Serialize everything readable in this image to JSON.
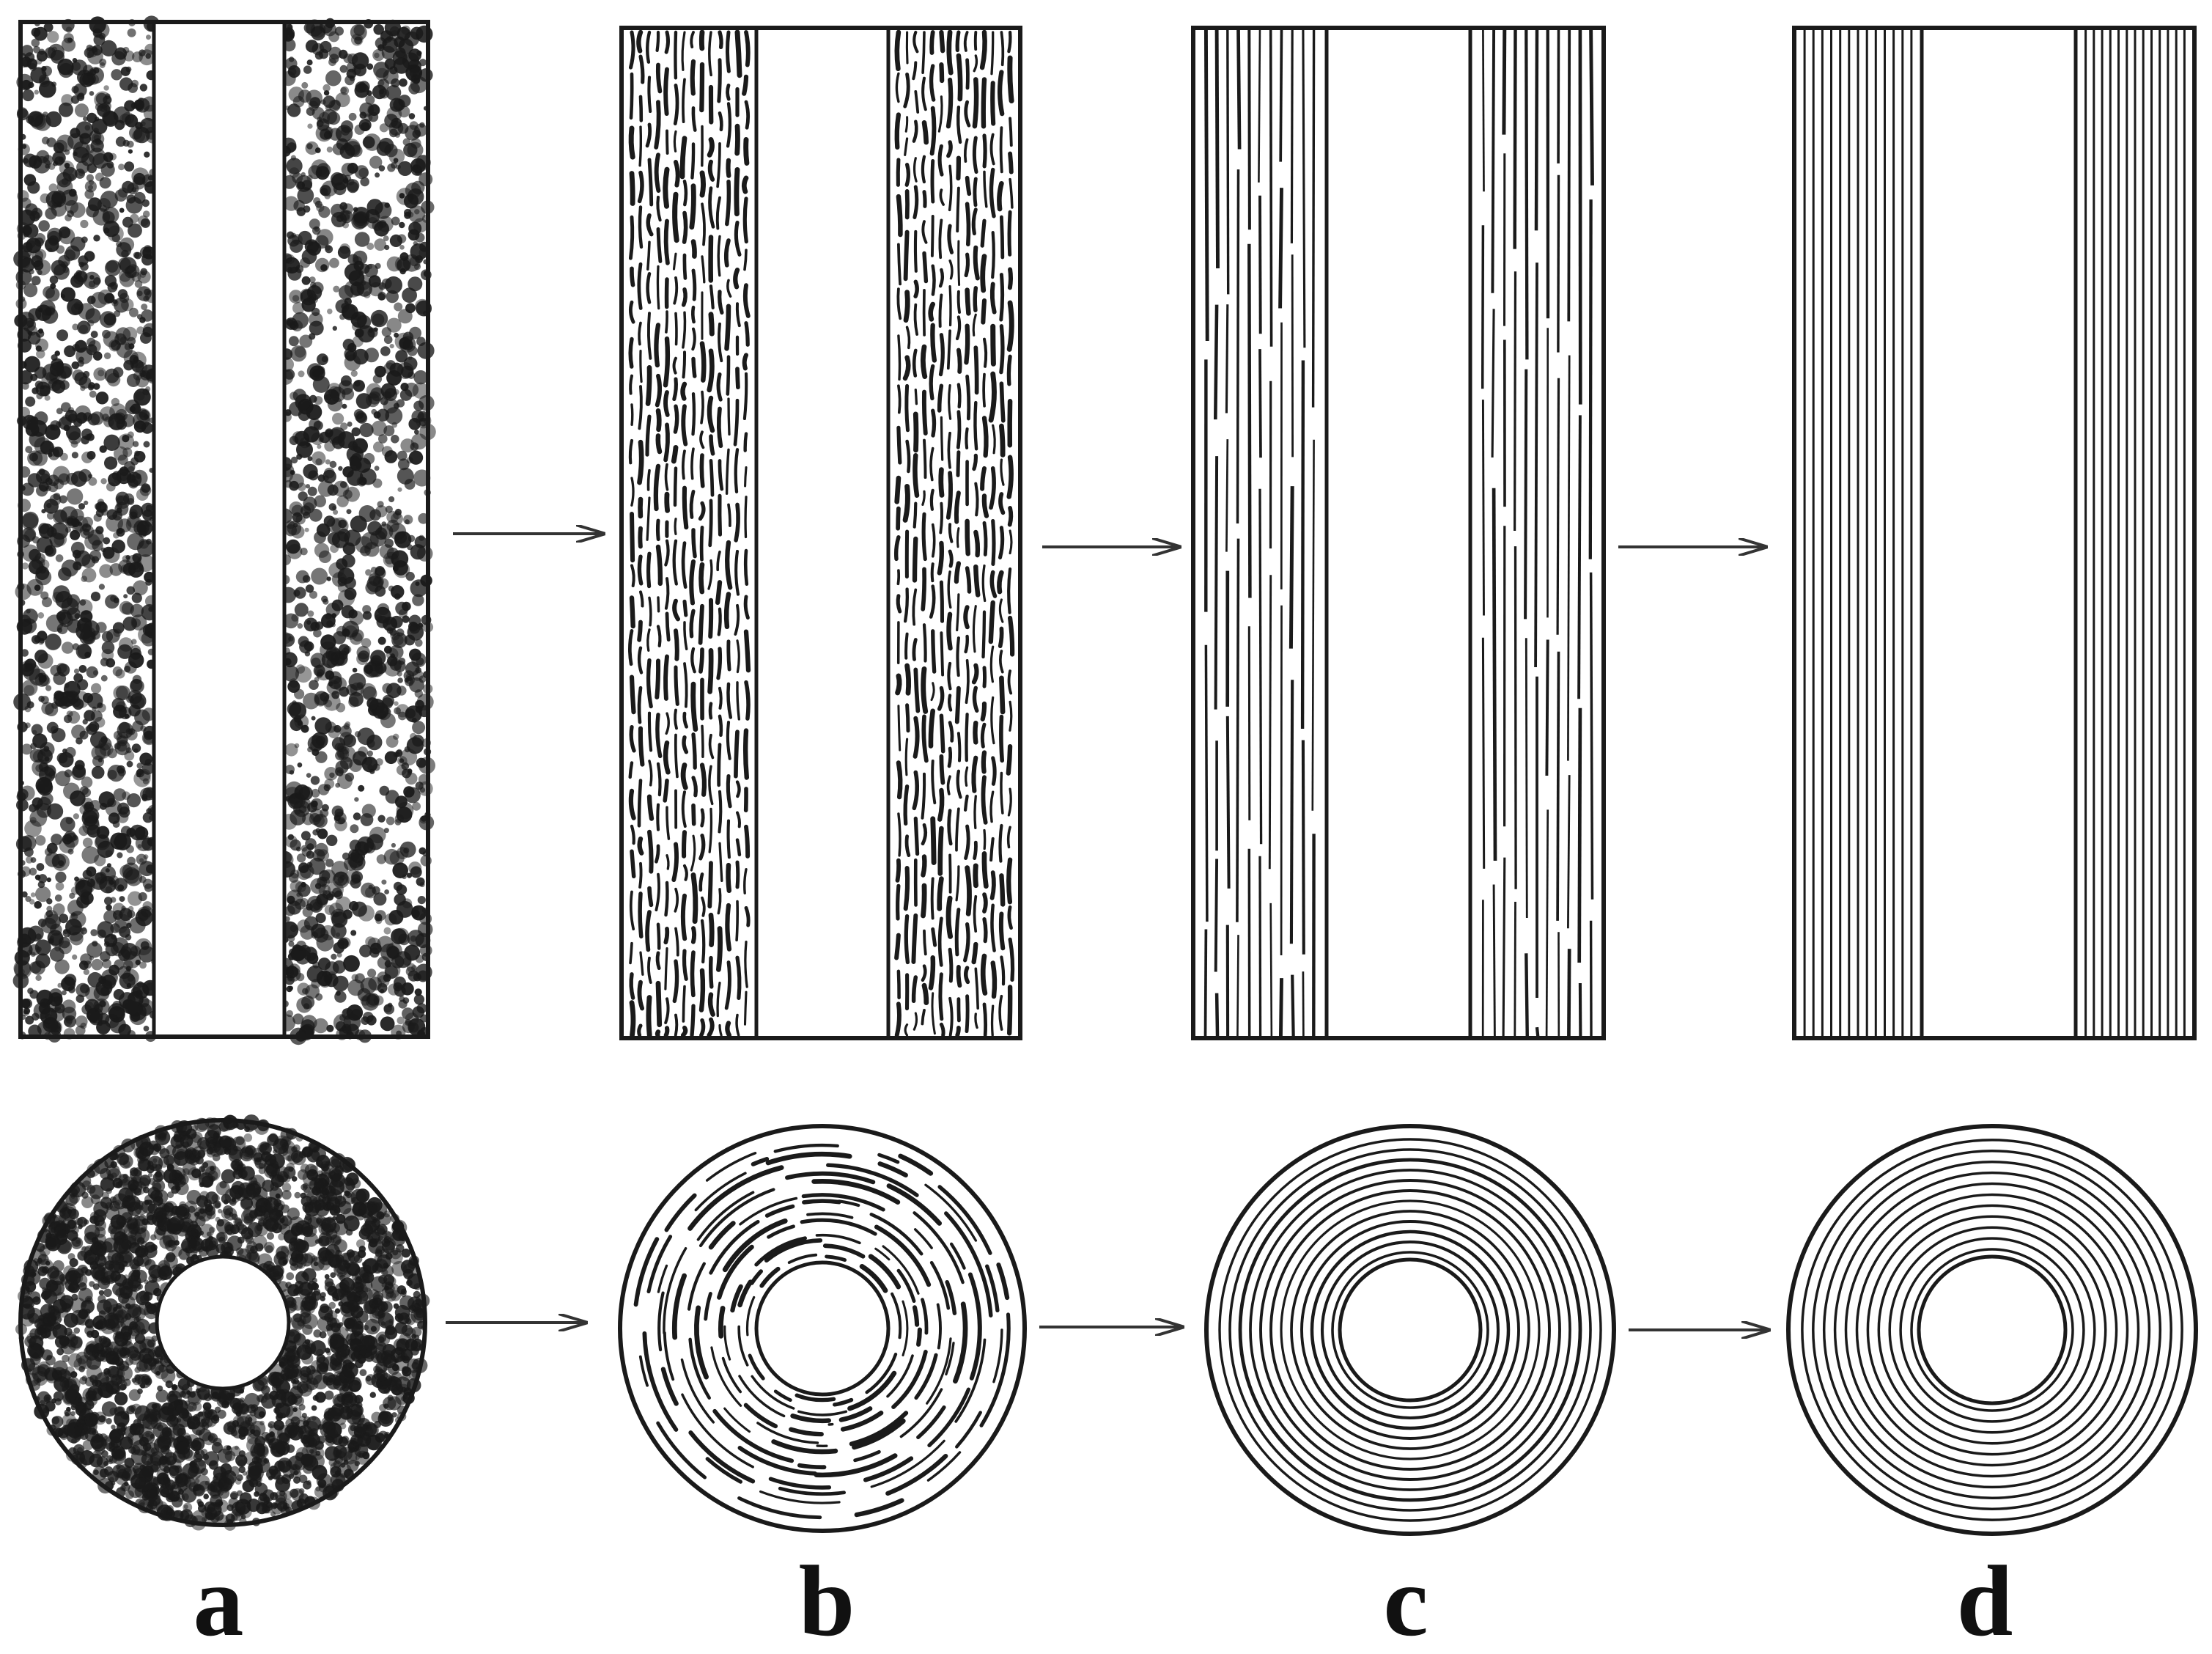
{
  "figure": {
    "panels": [
      {
        "label": "a",
        "stage": "random"
      },
      {
        "label": "b",
        "stage": "partial-alignment"
      },
      {
        "label": "c",
        "stage": "mostly-aligned"
      },
      {
        "label": "d",
        "stage": "fully-aligned"
      }
    ]
  },
  "colors": {
    "stroke": "#1a1a1a",
    "background": "#ffffff",
    "arrow": "#333333",
    "label": "#111111"
  }
}
